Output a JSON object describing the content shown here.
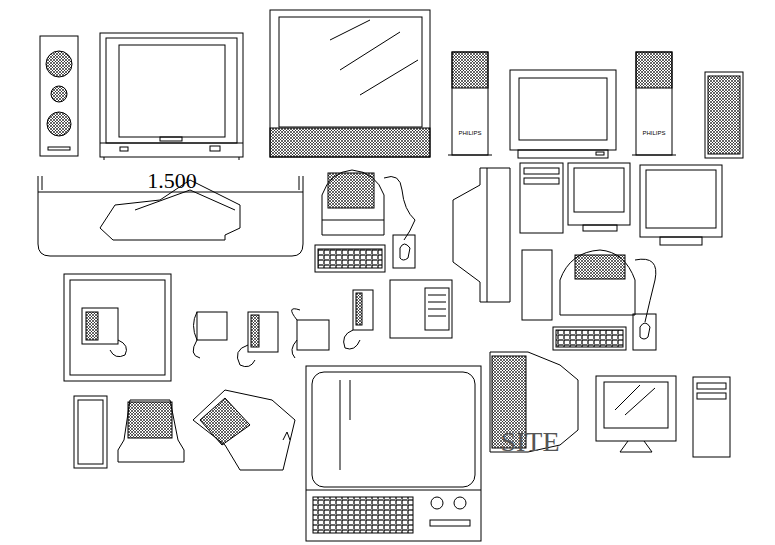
{
  "diagram": {
    "labels": [
      "1.500",
      "PHILIPS",
      "PHILIPS",
      "SITE"
    ]
  }
}
